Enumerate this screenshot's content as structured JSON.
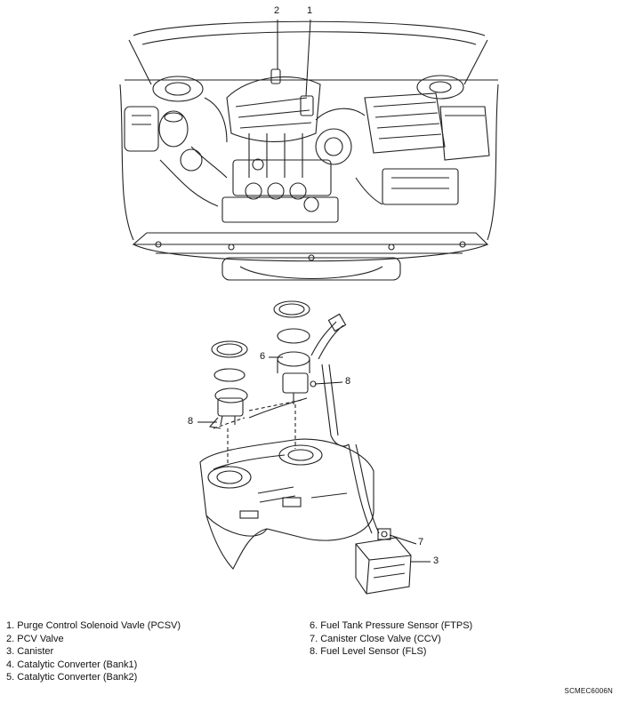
{
  "callouts": {
    "c1": "1",
    "c2": "2",
    "c3": "3",
    "c6": "6",
    "c7": "7",
    "c8a": "8",
    "c8b": "8"
  },
  "legend": {
    "left": [
      "1. Purge Control Solenoid Vavle (PCSV)",
      "2. PCV Valve",
      "3. Canister",
      "4. Catalytic Converter (Bank1)",
      "5. Catalytic Converter (Bank2)"
    ],
    "right": [
      "6. Fuel Tank Pressure Sensor  (FTPS)",
      "7. Canister Close Valve (CCV)",
      "8. Fuel Level Sensor (FLS)"
    ]
  },
  "figure_code": "SCMEC6006N"
}
